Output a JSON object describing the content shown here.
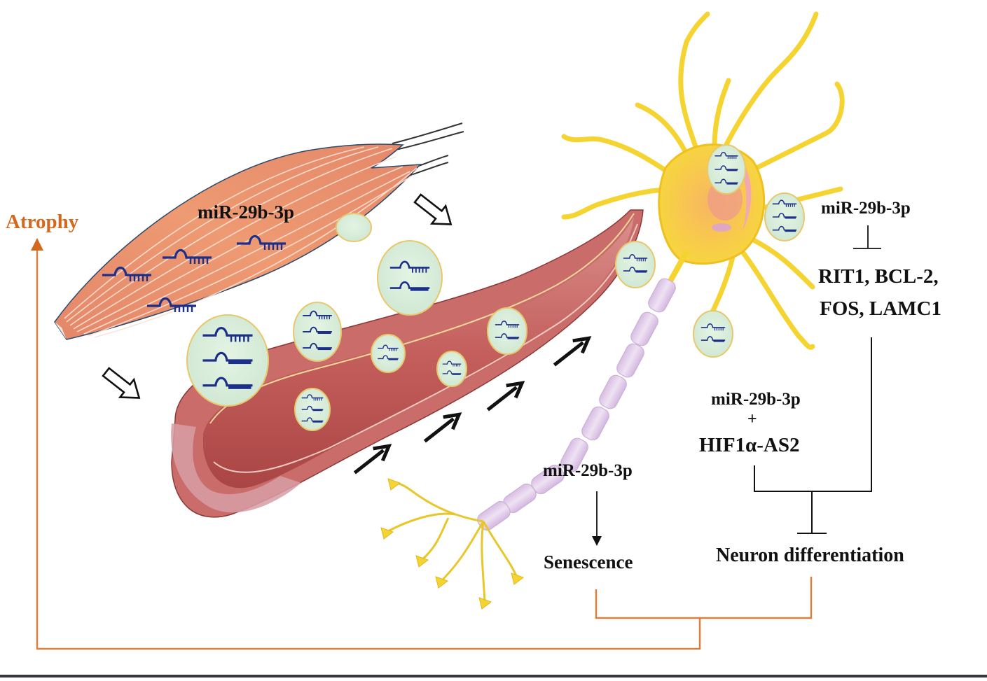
{
  "colors": {
    "orange": "#d9803f",
    "atrophy_text": "#d2691e",
    "muscle": "#e8916a",
    "muscle_dark": "#c8694a",
    "vessel": "#c25e5a",
    "vessel_lumen": "#b84c4a",
    "vessel_wall": "#d88a8a",
    "vesicle_fill": "#d8eedb",
    "vesicle_border": "#e8c86a",
    "mirna": "#1c2f8a",
    "neuron": "#f5d431",
    "myelin": "#e3cdea",
    "text": "#111111"
  },
  "labels": {
    "atrophy": "Atrophy",
    "muscle_mirna": "miR-29b-3p",
    "neuron_mirna": "miR-29b-3p",
    "targets_line1": "RIT1, BCL-2,",
    "targets_line2": "FOS, LAMC1",
    "combo_mirna": "miR-29b-3p",
    "combo_plus": "+",
    "combo_lnc": "HIF1α-AS2",
    "senescence_mirna": "miR-29b-3p",
    "senescence": "Senescence",
    "neuron_differentiation": "Neuron differentiation"
  },
  "icons": {
    "exosome": "exosome-vesicle-icon",
    "mirna": "mirna-hairpin-icon",
    "hollow_arrow": "hollow-arrow-icon",
    "solid_arrow": "solid-arrow-icon",
    "inhibit": "inhibition-bar-icon"
  }
}
